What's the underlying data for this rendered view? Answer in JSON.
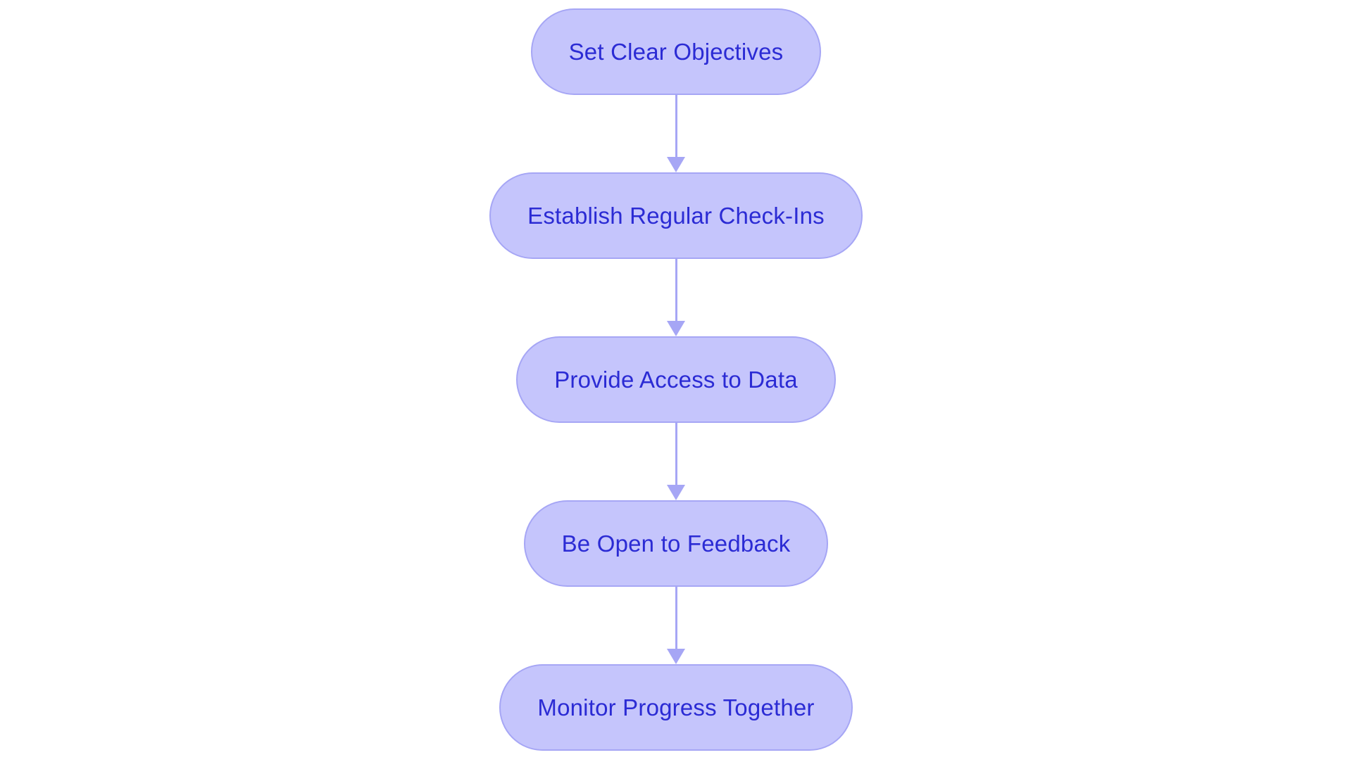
{
  "diagram": {
    "type": "flowchart",
    "orientation": "vertical-top-to-bottom",
    "background_color": "#ffffff",
    "node_fill_color": "#c5c5fc",
    "node_border_color": "#a6a6f5",
    "node_text_color": "#2b2bd4",
    "connector_color": "#a6a6f5",
    "node_shape": "stadium",
    "nodes": [
      {
        "id": "n1",
        "label": "Set Clear Objectives"
      },
      {
        "id": "n2",
        "label": "Establish Regular Check-Ins"
      },
      {
        "id": "n3",
        "label": "Provide Access to Data"
      },
      {
        "id": "n4",
        "label": "Be Open to Feedback"
      },
      {
        "id": "n5",
        "label": "Monitor Progress Together"
      }
    ],
    "edges": [
      {
        "from": "n1",
        "to": "n2",
        "label": "",
        "arrow": "down"
      },
      {
        "from": "n2",
        "to": "n3",
        "label": "",
        "arrow": "down"
      },
      {
        "from": "n3",
        "to": "n4",
        "label": "",
        "arrow": "down"
      },
      {
        "from": "n4",
        "to": "n5",
        "label": "",
        "arrow": "down"
      }
    ]
  }
}
